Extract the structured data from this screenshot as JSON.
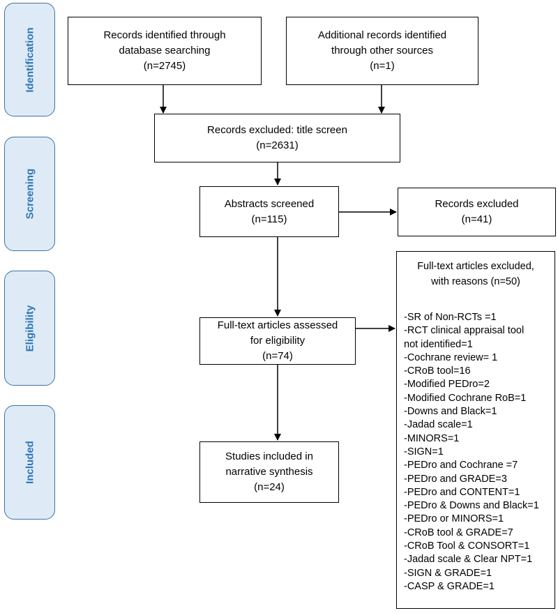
{
  "phases": {
    "identification": "Identification",
    "screening": "Screening",
    "eligibility": "Eligibility",
    "included": "Included"
  },
  "boxes": {
    "records_identified": [
      "Records identified through",
      "database searching",
      "(n=2745)"
    ],
    "additional_records": [
      "Additional records identified",
      "through other sources",
      "(n=1)"
    ],
    "title_screen_excluded": [
      "Records excluded: title screen",
      "(n=2631)"
    ],
    "abstracts_screened": [
      "Abstracts screened",
      "(n=115)"
    ],
    "records_excluded": [
      "Records excluded",
      "(n=41)"
    ],
    "fulltext_assessed": [
      "Full-text articles assessed",
      "for eligibility",
      "(n=74)"
    ],
    "studies_included": [
      "Studies included in",
      "narrative synthesis",
      "(n=24)"
    ]
  },
  "exclusion_reasons": {
    "heading": [
      "Full-text articles excluded,",
      "with reasons (n=50)"
    ],
    "items": [
      "-SR of Non-RCTs =1",
      "-RCT clinical appraisal tool",
      "not identified=1",
      "-Cochrane review= 1",
      "-CRoB tool=16",
      "-Modified PEDro=2",
      "-Modified Cochrane RoB=1",
      "-Downs and Black=1",
      "-Jadad scale=1",
      "-MINORS=1",
      "-SIGN=1",
      "-PEDro and Cochrane =7",
      "-PEDro and GRADE=3",
      "-PEDro and CONTENT=1",
      "-PEDro & Downs and Black=1",
      "-PEDro or MINORS=1",
      "-CRoB tool & GRADE=7",
      "-CRoB Tool & CONSORT=1",
      "-Jadad scale & Clear NPT=1",
      "-SIGN & GRADE=1",
      "-CASP & GRADE=1"
    ]
  },
  "colors": {
    "phase_fill": "#deebf7",
    "phase_border": "#41719c",
    "phase_text": "#2e75b6",
    "box_border": "#000000"
  }
}
